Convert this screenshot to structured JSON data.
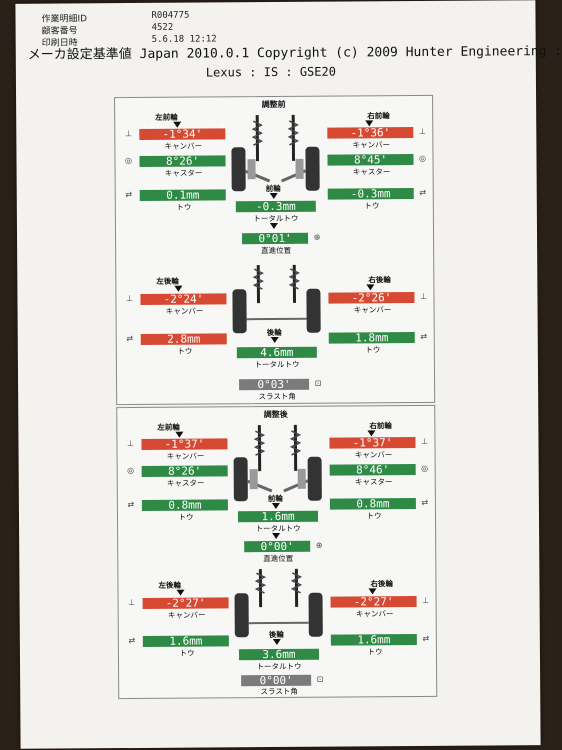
{
  "header": {
    "label1": "作業明細ID",
    "value1": "R004775",
    "label2": "顧客番号",
    "value2": "4522",
    "label3": "印刷日時",
    "value3": "5.6.18 12:12"
  },
  "title": "メーカ設定基準値  Japan 2010.0.1 Copyright (c) 2009 Hunter Engineering :",
  "subtitle": "Lexus : IS : GSE20",
  "labels": {
    "front_left": "左前輪",
    "front_right": "右前輪",
    "rear_left": "左後輪",
    "rear_right": "右後輪",
    "front": "前輪",
    "rear": "後輪",
    "camber": "キャンバー",
    "caster": "キャスター",
    "toe": "トウ",
    "total_toe": "トータルトウ",
    "straight": "直進位置",
    "thrust": "スラスト角"
  },
  "before": {
    "title": "調整前",
    "fl": {
      "camber": "-1°34'",
      "caster": "8°26'",
      "toe": "0.1mm"
    },
    "fr": {
      "camber": "-1°36'",
      "caster": "8°45'",
      "toe": "-0.3mm"
    },
    "front_total_toe": "-0.3mm",
    "straight": "0°01'",
    "rl": {
      "camber": "-2°24'",
      "toe": "2.8mm"
    },
    "rr": {
      "camber": "-2°26'",
      "toe": "1.8mm"
    },
    "rear_total_toe": "4.6mm",
    "thrust": "0°03'"
  },
  "after": {
    "title": "調整後",
    "fl": {
      "camber": "-1°37'",
      "caster": "8°26'",
      "toe": "0.8mm"
    },
    "fr": {
      "camber": "-1°37'",
      "caster": "8°46'",
      "toe": "0.8mm"
    },
    "front_total_toe": "1.6mm",
    "straight": "0°00'",
    "rl": {
      "camber": "-2°27'",
      "toe": "1.6mm"
    },
    "rr": {
      "camber": "-2°27'",
      "toe": "1.6mm"
    },
    "rear_total_toe": "3.6mm",
    "thrust": "0°00'"
  },
  "colors": {
    "out_of_spec": "#d64a33",
    "in_spec": "#2f8a46",
    "neutral": "#7b7b7b"
  }
}
